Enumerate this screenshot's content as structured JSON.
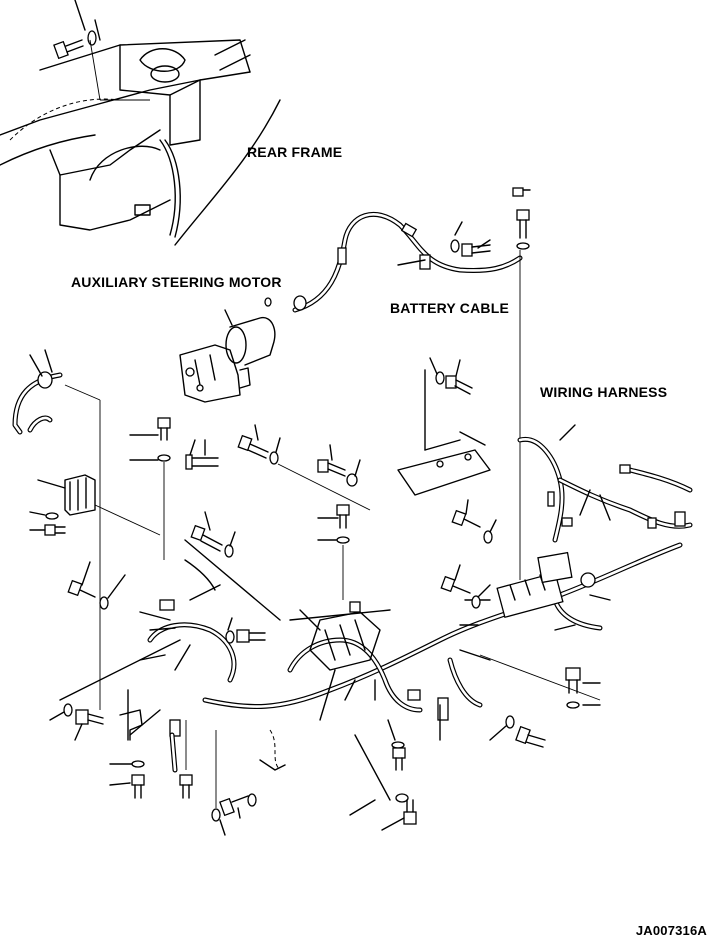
{
  "labels": {
    "rear_frame": "REAR FRAME",
    "auxiliary_steering_motor": "AUXILIARY STEERING MOTOR",
    "battery_cable": "BATTERY CABLE",
    "wiring_harness": "WIRING HARNESS"
  },
  "drawing_code": "JA007316A",
  "icons": {
    "bolt": "bolt-icon",
    "washer": "washer-icon",
    "clamp": "clamp-icon"
  },
  "colors": {
    "ink": "#000000",
    "paper": "#ffffff"
  }
}
